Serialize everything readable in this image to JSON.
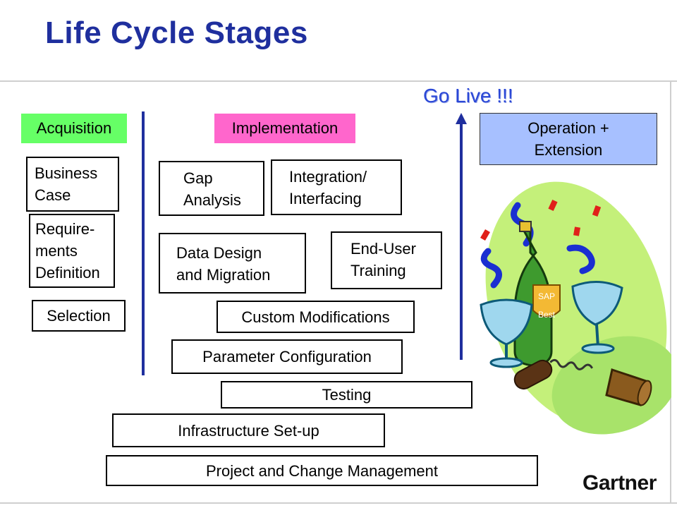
{
  "title": "Life Cycle Stages",
  "go_live": "Go Live !!!",
  "stages": {
    "acquisition": "Acquisition",
    "implementation": "Implementation",
    "operation": "Operation +\nExtension"
  },
  "acquisition_items": {
    "business_case": "Business\nCase",
    "requirements": "Require-\nments\nDefinition",
    "selection": "Selection"
  },
  "implementation_items": {
    "gap_analysis": "Gap\nAnalysis",
    "integration": "Integration/\nInterfacing",
    "data_design": "Data Design\nand Migration",
    "training": "End-User\nTraining",
    "custom_mods": "Custom Modifications",
    "param_config": "Parameter Configuration"
  },
  "bottom_items": {
    "testing": "Testing",
    "infrastructure": "Infrastructure Set-up",
    "project_mgmt": "Project and Change Management"
  },
  "clipart": {
    "label_line1": "SAP",
    "label_line2": "Best"
  },
  "brand": "Gartner",
  "colors": {
    "title": "#1f2f9e",
    "acquisition": "#66ff66",
    "implementation": "#ff66cc",
    "operation": "#99b8ff",
    "divider": "#1f2f9e"
  }
}
